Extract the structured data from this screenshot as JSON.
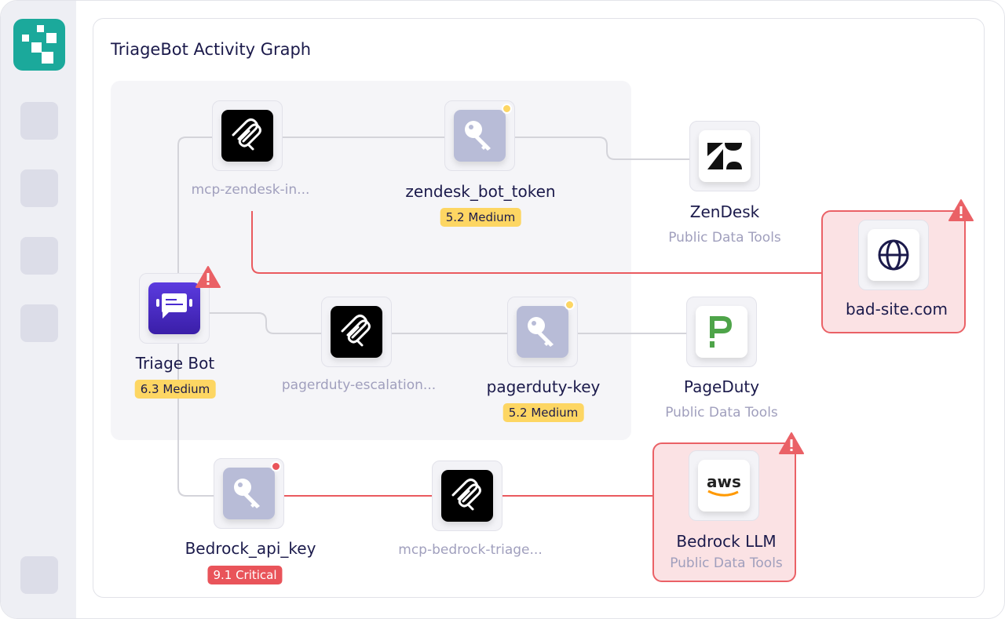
{
  "title": "TriageBot Activity Graph",
  "colors": {
    "accent": "#1ba99b",
    "medium": "#fdd663",
    "critical": "#e9545a",
    "edge": "#d4d4da",
    "edge_alert": "#ea5a5f"
  },
  "nodes": {
    "mcp_zendesk": {
      "label": "mcp-zendesk-in...",
      "icon": "mcp-icon"
    },
    "zendesk_token": {
      "label": "zendesk_bot_token",
      "badge": "5.2 Medium",
      "icon": "key-icon"
    },
    "zendesk": {
      "label": "ZenDesk",
      "sub": "Public Data Tools",
      "icon": "zendesk-logo-icon"
    },
    "bad_site": {
      "label": "bad-site.com",
      "icon": "globe-icon"
    },
    "triage_bot": {
      "label": "Triage Bot",
      "badge": "6.3 Medium",
      "icon": "chat-bot-icon"
    },
    "mcp_pagerduty": {
      "label": "pagerduty-escalation...",
      "icon": "mcp-icon"
    },
    "pagerduty_key": {
      "label": "pagerduty-key",
      "badge": "5.2 Medium",
      "icon": "key-icon"
    },
    "pagerduty": {
      "label": "PageDuty",
      "sub": "Public Data Tools",
      "icon": "pagerduty-logo-icon"
    },
    "bedrock_key": {
      "label": "Bedrock_api_key",
      "badge": "9.1 Critical",
      "icon": "key-icon"
    },
    "mcp_bedrock": {
      "label": "mcp-bedrock-triage...",
      "icon": "mcp-icon"
    },
    "bedrock_llm": {
      "label": "Bedrock LLM",
      "sub": "Public Data Tools",
      "icon": "aws-logo-icon",
      "logo_text": "aws"
    }
  }
}
